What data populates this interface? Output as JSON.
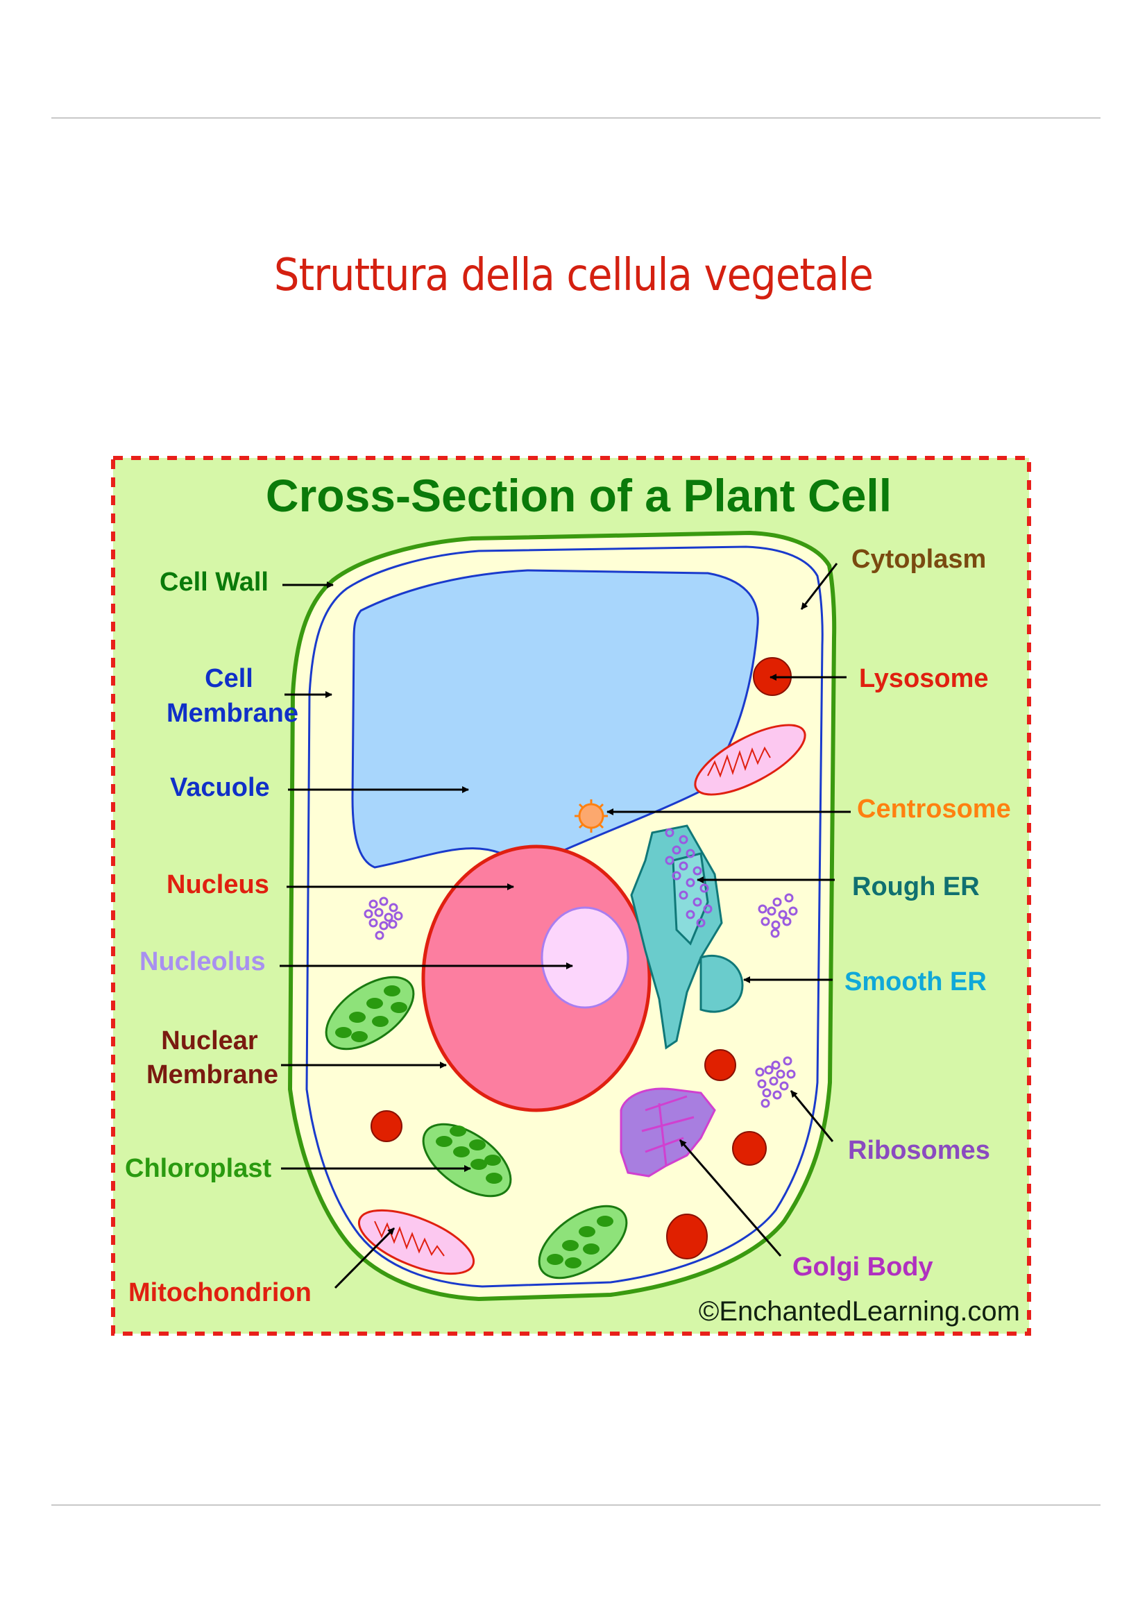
{
  "page": {
    "title": "Struttura della cellula vegetale"
  },
  "diagram": {
    "title": "Cross-Section of a Plant Cell",
    "credit": "©EnchantedLearning.com",
    "colors": {
      "border": "#e8201a",
      "background": "#d6f7a8",
      "cell_wall": "#3a9a10",
      "cell_membrane": "#1a3acc",
      "cytoplasm": "#ffffd6",
      "vacuole": "#a8d6fc",
      "nucleus": "#fc7ea0",
      "nucleolus": "#fcd6fc",
      "chloroplast": "#8ee27a",
      "mitochondrion": "#fcc8f0",
      "lysosome": "#e02000",
      "centrosome": "#fca86e",
      "er": "#6acccc",
      "golgi": "#a87ee0",
      "ribosome": "#9a5ae0"
    },
    "labels_left": [
      {
        "id": "cell-wall",
        "lines": [
          "Cell Wall"
        ],
        "color": "#0a7a0a"
      },
      {
        "id": "cell-membrane",
        "lines": [
          "Cell",
          "Membrane"
        ],
        "color": "#1030c8"
      },
      {
        "id": "vacuole",
        "lines": [
          "Vacuole"
        ],
        "color": "#1030c8"
      },
      {
        "id": "nucleus",
        "lines": [
          "Nucleus"
        ],
        "color": "#e02010"
      },
      {
        "id": "nucleolus",
        "lines": [
          "Nucleolus"
        ],
        "color": "#a890f0"
      },
      {
        "id": "nuclear-membrane",
        "lines": [
          "Nuclear",
          "Membrane"
        ],
        "color": "#7a1a10"
      },
      {
        "id": "chloroplast",
        "lines": [
          "Chloroplast"
        ],
        "color": "#2a9a10"
      },
      {
        "id": "mitochondrion",
        "lines": [
          "Mitochondrion"
        ],
        "color": "#e02010"
      }
    ],
    "labels_right": [
      {
        "id": "cytoplasm",
        "lines": [
          "Cytoplasm"
        ],
        "color": "#7a4a10"
      },
      {
        "id": "lysosome",
        "lines": [
          "Lysosome"
        ],
        "color": "#e02010"
      },
      {
        "id": "centrosome",
        "lines": [
          "Centrosome"
        ],
        "color": "#ff8010"
      },
      {
        "id": "rough-er",
        "lines": [
          "Rough ER"
        ],
        "color": "#107070"
      },
      {
        "id": "smooth-er",
        "lines": [
          "Smooth ER"
        ],
        "color": "#10a8d8"
      },
      {
        "id": "ribosomes",
        "lines": [
          "Ribosomes"
        ],
        "color": "#8a4ac0"
      },
      {
        "id": "golgi-body",
        "lines": [
          "Golgi Body"
        ],
        "color": "#b030c0"
      }
    ]
  }
}
